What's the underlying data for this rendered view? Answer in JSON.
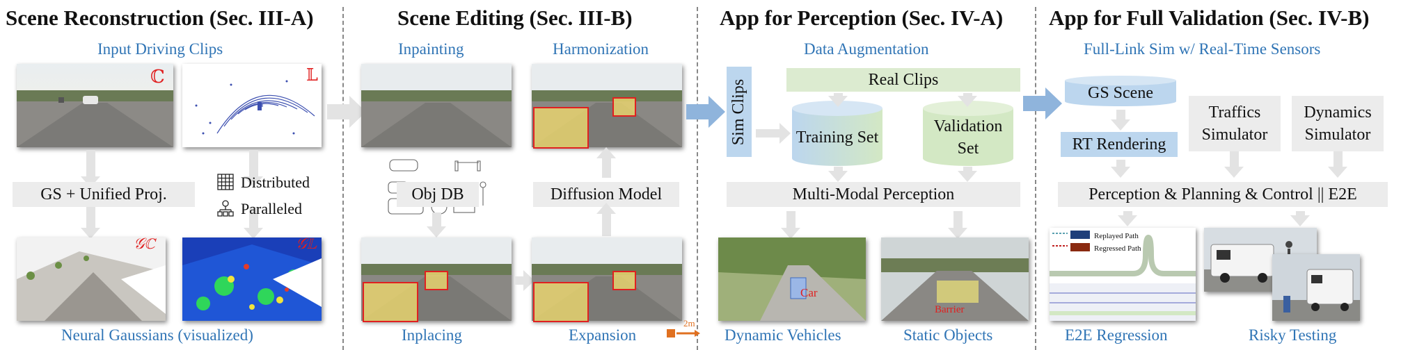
{
  "sections": [
    {
      "title": "Scene Reconstruction (Sec. III-A)"
    },
    {
      "title": "Scene Editing (Sec. III-B)"
    },
    {
      "title": "App for Perception (Sec. IV-A)"
    },
    {
      "title": "App for Full Validation (Sec. IV-B)"
    }
  ],
  "recon": {
    "input_label": "Input Driving Clips",
    "camera_symbol": "ℂ",
    "lidar_symbol": "𝕃",
    "process_box": "GS + Unified Proj.",
    "distributed": "Distributed",
    "paralleled": "Paralleled",
    "gauss_c": "𝒢ℂ",
    "gauss_l": "𝒢𝕃",
    "output_label": "Neural Gaussians (visualized)"
  },
  "editing": {
    "inpainting": "Inpainting",
    "harmonization": "Harmonization",
    "obj_db": "Obj DB",
    "diffusion": "Diffusion Model",
    "inplacing": "Inplacing",
    "expansion": "Expansion",
    "scale_label": "2m"
  },
  "perception": {
    "data_aug": "Data Augmentation",
    "real_clips": "Real Clips",
    "sim_clips": "Sim Clips",
    "training_set": "Training Set",
    "validation_set": "Validation Set",
    "multimodal": "Multi-Modal Perception",
    "car_label": "Car",
    "barrier_label": "Barrier",
    "dynamic_vehicles": "Dynamic Vehicles",
    "static_objects": "Static Objects"
  },
  "validation": {
    "fulllink": "Full-Link Sim w/ Real-Time Sensors",
    "gs_scene": "GS Scene",
    "rt_rendering": "RT Rendering",
    "traffics_sim": "Traffics Simulator",
    "dynamics_sim": "Dynamics Simulator",
    "pipeline": "Perception & Planning & Control || E2E",
    "replayed_path": "Replayed Path",
    "regressed_path": "Regressed Path",
    "e2e_regression": "E2E Regression",
    "risky_testing": "Risky Testing"
  },
  "colors": {
    "accent_blue": "#2f74b5",
    "section_divider": "#888888",
    "cylinder_blue": "#bcd6ee",
    "cylinder_green": "#d3e8c4",
    "arrow_blue": "#8fb4dc",
    "highlight_red": "#e02020"
  }
}
